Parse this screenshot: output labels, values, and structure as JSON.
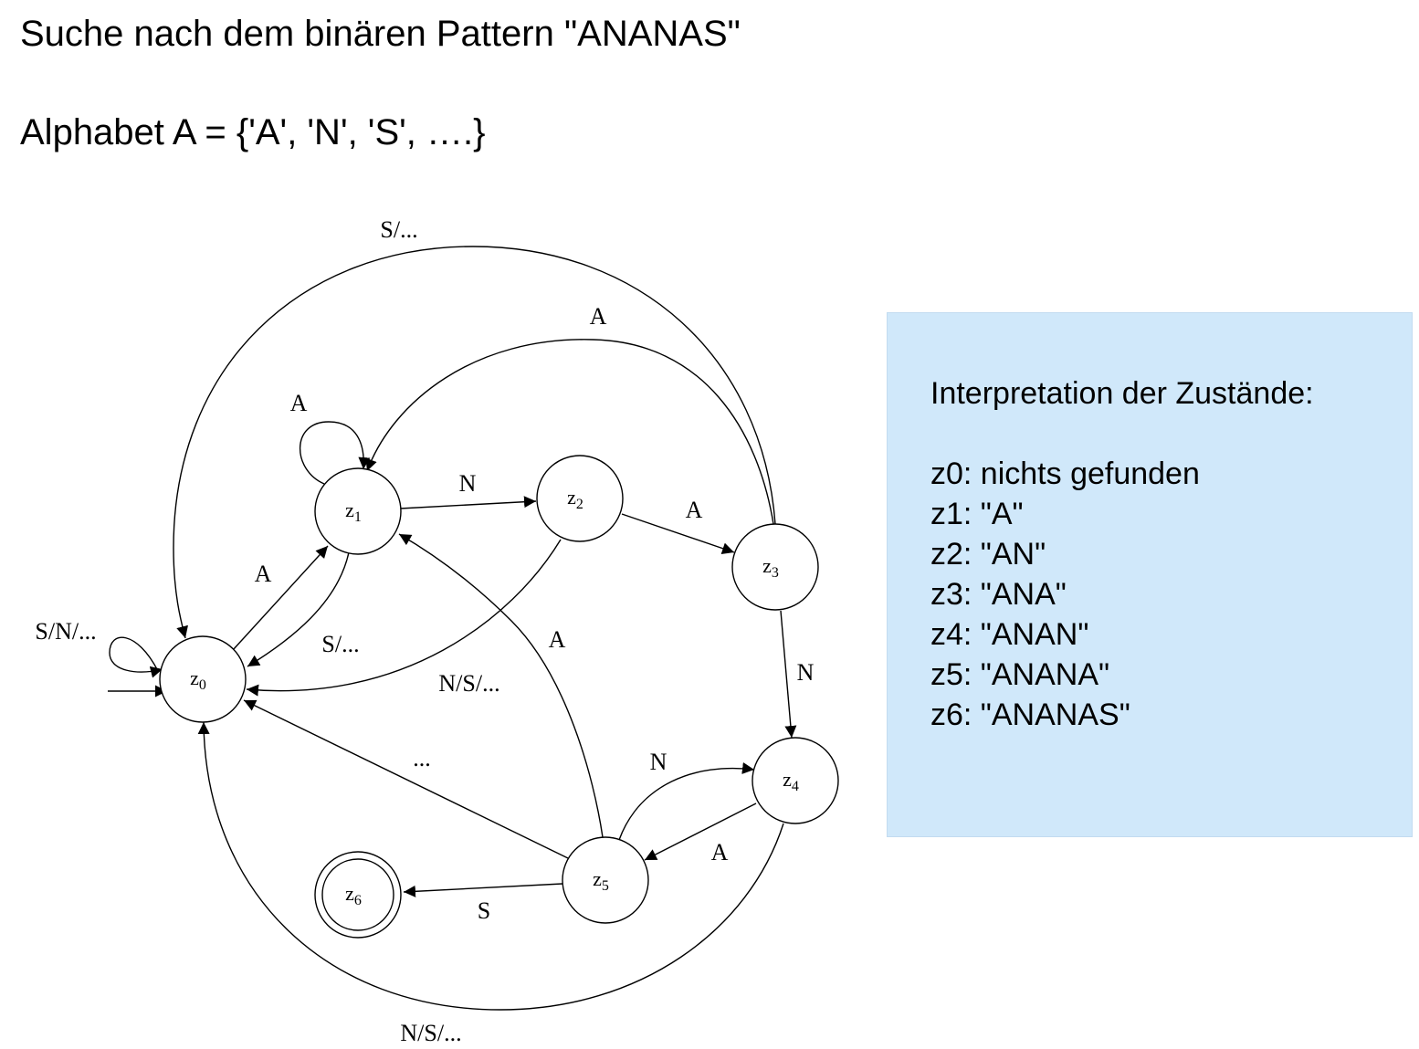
{
  "title": "Suche nach dem binären Pattern \"ANANAS\"",
  "alphabet": "Alphabet A = {'A', 'N', 'S', ….}",
  "states": {
    "z0": {
      "name": "z",
      "sub": "0"
    },
    "z1": {
      "name": "z",
      "sub": "1"
    },
    "z2": {
      "name": "z",
      "sub": "2"
    },
    "z3": {
      "name": "z",
      "sub": "3"
    },
    "z4": {
      "name": "z",
      "sub": "4"
    },
    "z5": {
      "name": "z",
      "sub": "5"
    },
    "z6": {
      "name": "z",
      "sub": "6"
    }
  },
  "transitions": {
    "z0_z1": "A",
    "z1_z1": "A",
    "z1_z2": "N",
    "z1_z0": "S/...",
    "z2_z3": "A",
    "z2_z0": "N/S/...",
    "z3_z1": "A",
    "z3_z0": "S/...",
    "z3_z4": "N",
    "z4_z5": "A",
    "z4_z0": "N/S/...",
    "z5_z4": "N",
    "z5_z1": "A",
    "z5_z0": "...",
    "z5_z6": "S",
    "z0_z0": "S/N/..."
  },
  "panel": {
    "heading": "Interpretation der Zustände:",
    "items": [
      "z0: nichts gefunden",
      "z1: \"A\"",
      "z2: \"AN\"",
      "z3: \"ANA\"",
      "z4: \"ANAN\"",
      "z5: \"ANANA\"",
      "z6: \"ANANAS\""
    ],
    "background": "#d0e8fa"
  }
}
